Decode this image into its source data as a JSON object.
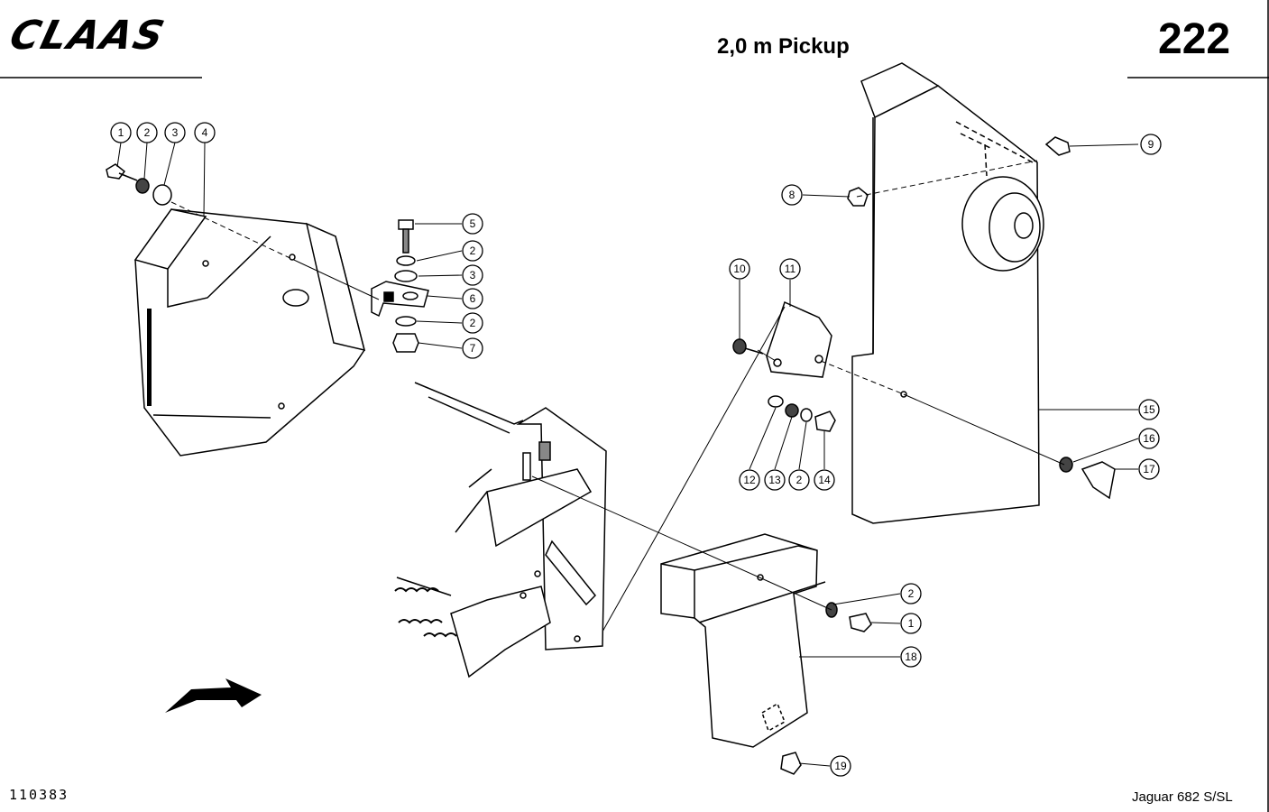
{
  "header": {
    "logo_text": "CLAAS",
    "title": "2,0 m Pickup",
    "page_number": "222"
  },
  "footer": {
    "doc_number": "110383",
    "model": "Jaguar 682 S/SL"
  },
  "callouts": [
    {
      "label": "1"
    },
    {
      "label": "2"
    },
    {
      "label": "3"
    },
    {
      "label": "4"
    },
    {
      "label": "5"
    },
    {
      "label": "2"
    },
    {
      "label": "3"
    },
    {
      "label": "6"
    },
    {
      "label": "2"
    },
    {
      "label": "7"
    },
    {
      "label": "8"
    },
    {
      "label": "9"
    },
    {
      "label": "10"
    },
    {
      "label": "11"
    },
    {
      "label": "12"
    },
    {
      "label": "13"
    },
    {
      "label": "2"
    },
    {
      "label": "14"
    },
    {
      "label": "15"
    },
    {
      "label": "16"
    },
    {
      "label": "17"
    },
    {
      "label": "2"
    },
    {
      "label": "1"
    },
    {
      "label": "18"
    },
    {
      "label": "19"
    }
  ]
}
